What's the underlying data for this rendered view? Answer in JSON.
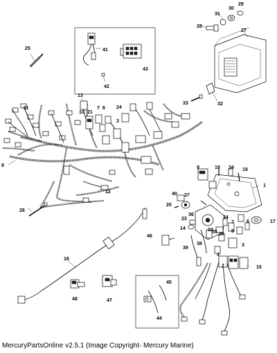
{
  "footer": "MercuryPartsOnline v2.5.1 (Image Copyright- Mercury Marine)",
  "callouts": {
    "c1": "1",
    "c2": "2",
    "c3a": "3",
    "c3b": "3",
    "c4": "4",
    "c5": "5",
    "c6a": "6",
    "c6b": "6",
    "c7a": "7",
    "c7b": "7",
    "c8": "8",
    "c9": "9",
    "c10": "10",
    "c11": "11",
    "c12": "12",
    "c13": "13",
    "c14": "14",
    "c15": "15",
    "c16": "16",
    "c17": "17",
    "c18": "18",
    "c19": "19",
    "c20a": "20",
    "c20b": "20",
    "c21": "21",
    "c22": "22",
    "c23": "23",
    "c24": "24",
    "c25": "25",
    "c26": "26",
    "c27": "27",
    "c28": "28",
    "c29": "29",
    "c30": "30",
    "c31": "31",
    "c32": "32",
    "c33": "33",
    "c34a": "34",
    "c34b": "34",
    "c35": "35",
    "c36": "36",
    "c37": "37",
    "c38": "38",
    "c39": "39",
    "c40": "40",
    "c41": "41",
    "c42": "42",
    "c43": "43",
    "c44": "44",
    "c45": "45",
    "c46": "46",
    "c47": "47",
    "c48": "48"
  }
}
